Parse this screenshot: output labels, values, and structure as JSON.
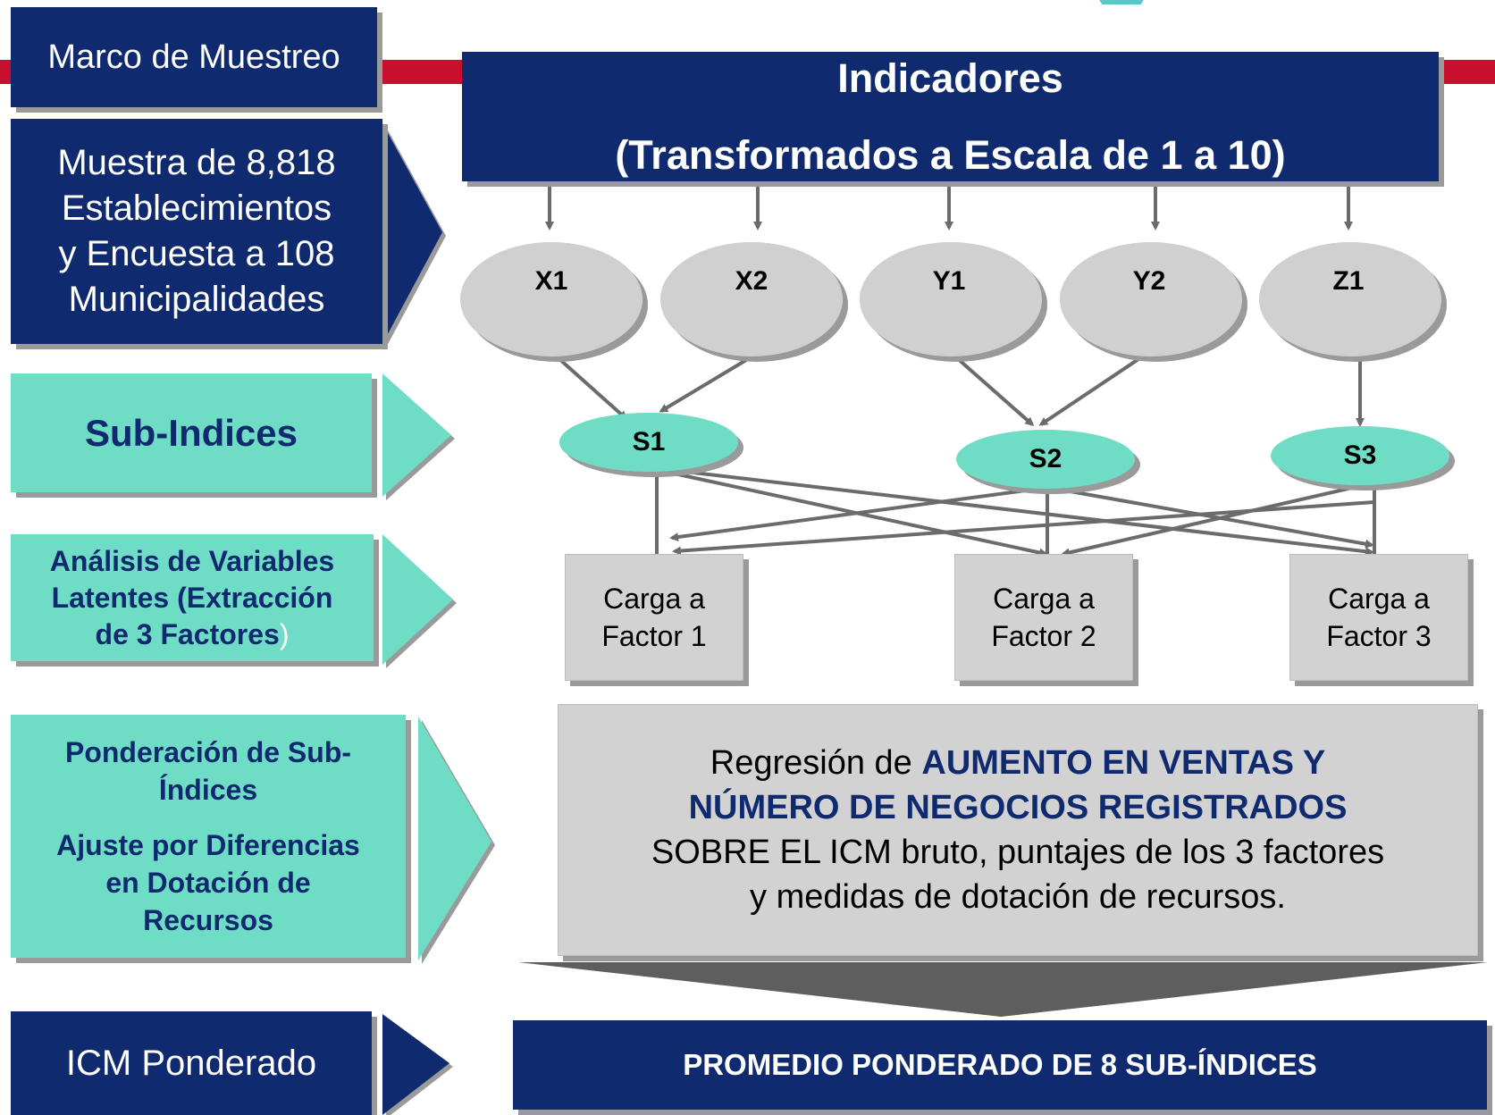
{
  "left_column": {
    "sampling_frame": "Marco de Muestreo",
    "sample_lines": [
      "Muestra de 8,818",
      "Establecimientos",
      "y Encuesta a 108",
      "Municipalidades"
    ],
    "sub_indices": "Sub-Indices",
    "latent_lines": [
      "Análisis de Variables",
      "Latentes (Extracción",
      "de 3 Factores"
    ],
    "latent_close_paren": ")",
    "weighting_lines": [
      "Ponderación de Sub-",
      "Índices"
    ],
    "adjustment_lines": [
      "Ajuste por Diferencias",
      "en Dotación de",
      "Recursos"
    ],
    "weighted_icm": "ICM Ponderado"
  },
  "indicators": {
    "title": "Indicadores",
    "subtitle": "(Transformados a Escala de 1 a 10)"
  },
  "variables": [
    "X1",
    "X2",
    "Y1",
    "Y2",
    "Z1"
  ],
  "sub_index_nodes": [
    "S1",
    "S2",
    "S3"
  ],
  "factors": [
    {
      "line1": "Carga a",
      "line2": "Factor 1"
    },
    {
      "line1": "Carga a",
      "line2": "Factor 2"
    },
    {
      "line1": "Carga a",
      "line2": "Factor 3"
    }
  ],
  "regression": {
    "prefix": "Regresión de ",
    "emphasis_line1": "AUMENTO EN VENTAS Y",
    "emphasis_line2": "NÚMERO DE NEGOCIOS REGISTRADOS",
    "line3": "SOBRE EL ICM bruto, puntajes de los 3 factores",
    "line4": "y medidas de dotación de recursos."
  },
  "result": "PROMEDIO PONDERADO DE 8 SUB-ÍNDICES",
  "colors": {
    "navy": "#0f2a6e",
    "teal": "#6fdcc6",
    "red_band": "#c8102e",
    "gray_box": "#d2d2d2",
    "ellipse_gray": "#d0d0d0",
    "connector": "#6b6b6b"
  }
}
